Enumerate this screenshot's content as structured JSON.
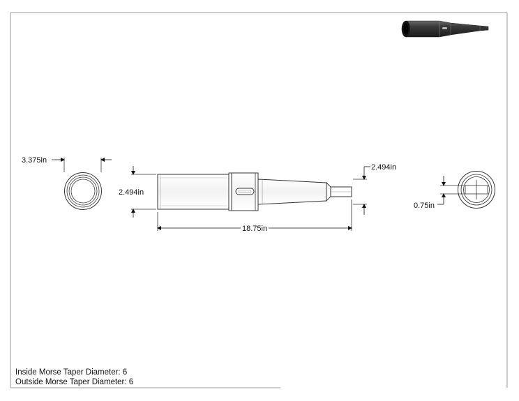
{
  "dimensions": {
    "outer_diameter": "3.375in",
    "body_diameter": "2.494in",
    "tang_diameter": "2.494in",
    "overall_length": "18.75in",
    "tang_slot": "0.75in"
  },
  "notes": [
    "Inside Morse Taper Diameter: 6",
    "Outside Morse Taper Diameter: 6"
  ]
}
